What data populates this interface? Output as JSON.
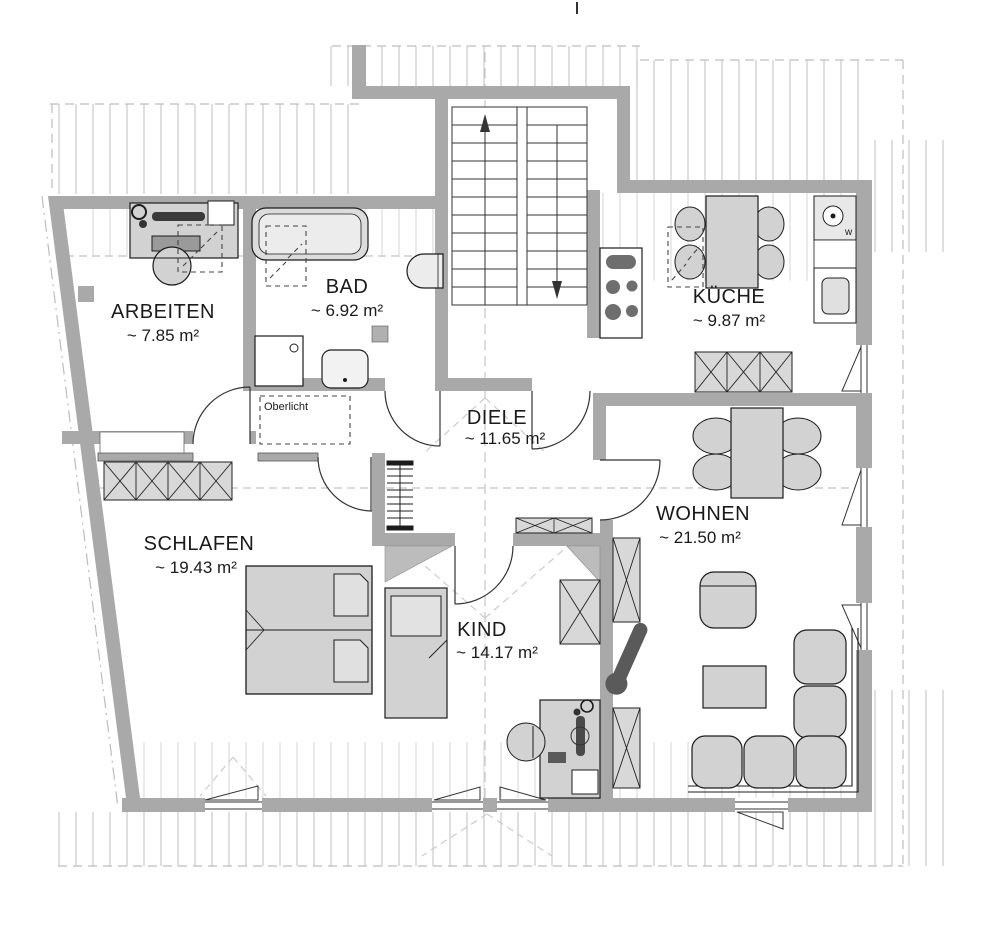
{
  "document": {
    "type": "apartment-floor-plan",
    "language": "de"
  },
  "colors": {
    "background": "#ffffff",
    "wall": "#a9a9a9",
    "hatch_outside": "#c9c9c9",
    "hatch_inside": "#d6d6d6",
    "furniture_fill": "#d2d2d2",
    "outline": "#1c1c1c",
    "dashed_guides": "#bdbdbd",
    "text": "#1a1a1a"
  },
  "rooms": [
    {
      "id": "arbeiten",
      "name": "ARBEITEN",
      "area": "~ 7.85 m²"
    },
    {
      "id": "bad",
      "name": "BAD",
      "area": "~ 6.92 m²"
    },
    {
      "id": "kueche",
      "name": "KÜCHE",
      "area": "~ 9.87 m²"
    },
    {
      "id": "diele",
      "name": "DIELE",
      "area": "~ 11.65 m²"
    },
    {
      "id": "schlafen",
      "name": "SCHLAFEN",
      "area": "~ 19.43 m²"
    },
    {
      "id": "kind",
      "name": "KIND",
      "area": "~ 14.17 m²"
    },
    {
      "id": "wohnen",
      "name": "WOHNEN",
      "area": "~ 21.50 m²"
    }
  ],
  "labels": {
    "skylight": "Oberlicht",
    "sink_marker": "w"
  },
  "furniture": {
    "arbeiten": [
      "desk",
      "office-chair",
      "desk-lamp",
      "monitor",
      "keyboard",
      "roof-window"
    ],
    "bad": [
      "bathtub",
      "shower",
      "toilet",
      "washbasin",
      "roof-window"
    ],
    "kueche": [
      "dining-table",
      "four-chairs",
      "stove",
      "sink",
      "dishwasher",
      "roof-window",
      "sideboard"
    ],
    "diele": [
      "staircase",
      "radiator",
      "skylight"
    ],
    "schlafen": [
      "wardrobe",
      "double-bed"
    ],
    "kind": [
      "single-bed",
      "desk",
      "office-chair",
      "wardrobe"
    ],
    "wohnen": [
      "dining-table",
      "four-chairs",
      "armchair",
      "coffee-table",
      "corner-sofa",
      "shelf",
      "guitar"
    ]
  }
}
